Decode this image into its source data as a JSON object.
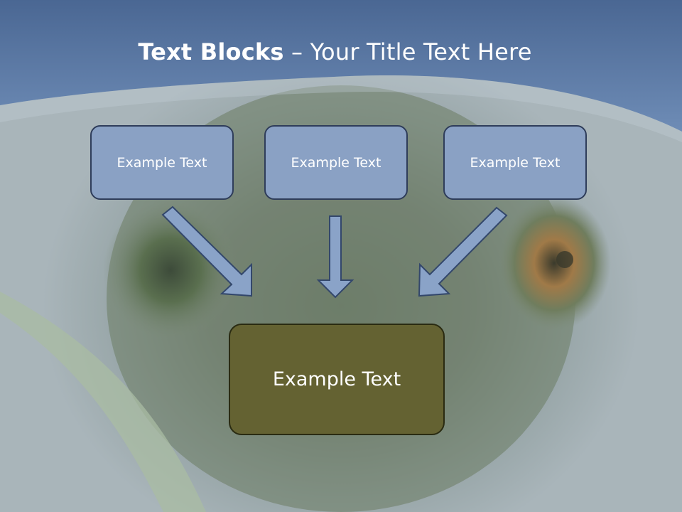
{
  "title": {
    "bold": "Text Blocks",
    "dash": " – ",
    "rest": "Your Title Text Here"
  },
  "blocks": [
    {
      "label": "Example Text"
    },
    {
      "label": "Example Text"
    },
    {
      "label": "Example Text"
    }
  ],
  "target_block": {
    "label": "Example Text"
  },
  "colors": {
    "header": "#5d7aa6",
    "top_box_fill": "#8aa1c4",
    "top_box_border": "#2f3d5a",
    "bottom_box_fill": "#646232",
    "arrow_fill": "#8aa3c8",
    "arrow_stroke": "#33476b"
  }
}
